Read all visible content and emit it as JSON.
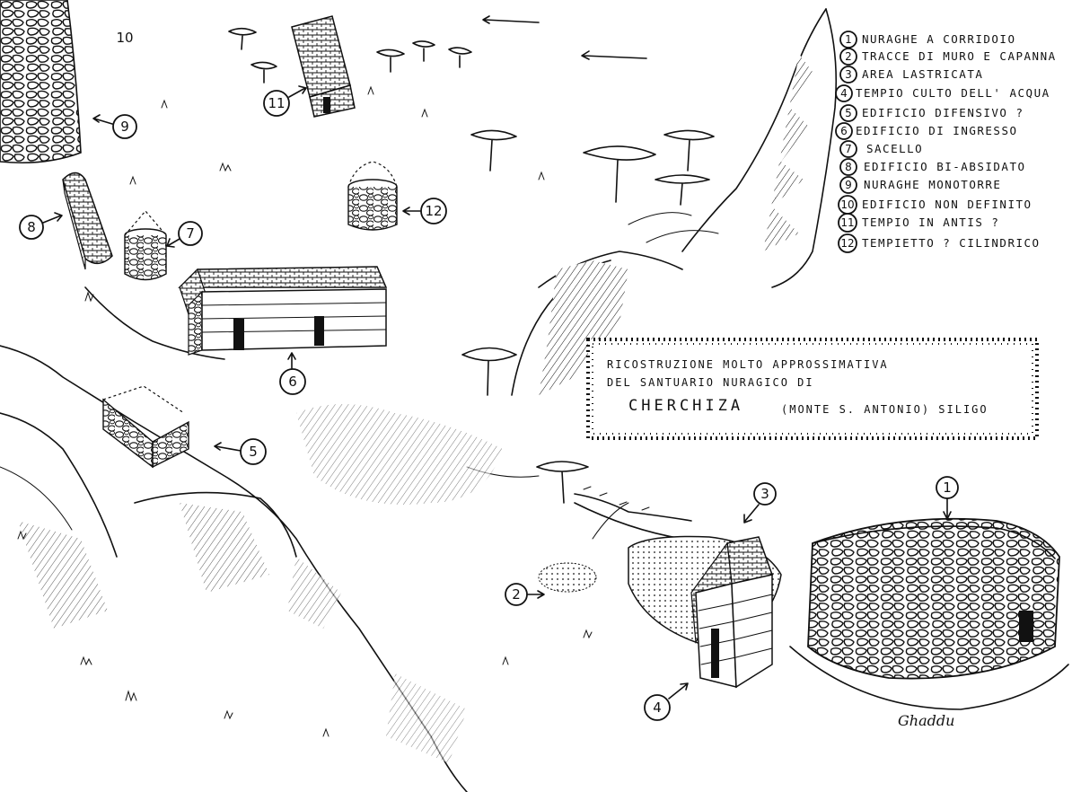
{
  "legend": [
    {
      "num": "1",
      "text": "NURAGHE A CORRIDOIO"
    },
    {
      "num": "2",
      "text": "TRACCE DI MURO E CAPANNA"
    },
    {
      "num": "3",
      "text": "AREA LASTRICATA"
    },
    {
      "num": "4",
      "text": "TEMPIO CULTO DELL' ACQUA"
    },
    {
      "num": "5",
      "text": "EDIFICIO DIFENSIVO ?"
    },
    {
      "num": "6",
      "text": "EDIFICIO DI INGRESSO"
    },
    {
      "num": "7",
      "text": "SACELLO"
    },
    {
      "num": "8",
      "text": "EDIFICIO BI-ABSIDATO"
    },
    {
      "num": "9",
      "text": "NURAGHE MONOTORRE"
    },
    {
      "num": "10",
      "text": "EDIFICIO NON DEFINITO"
    },
    {
      "num": "11",
      "text": "TEMPIO IN ANTIS ?"
    },
    {
      "num": "12",
      "text": "TEMPIETTO ? CILINDRICO"
    }
  ],
  "title": {
    "line1": "RICOSTRUZIONE MOLTO APPROSSIMATIVA",
    "line2": "DEL SANTUARIO NURAGICO DI",
    "name": "CHERCHIZA",
    "location": "(MONTE S. ANTONIO) SILIGO"
  },
  "callouts": {
    "n1": "1",
    "n2": "2",
    "n3": "3",
    "n4": "4",
    "n5": "5",
    "n6": "6",
    "n7": "7",
    "n8": "8",
    "n9": "9",
    "n10": "10",
    "n11": "11",
    "n12": "12"
  },
  "signature": "Ghaddu"
}
